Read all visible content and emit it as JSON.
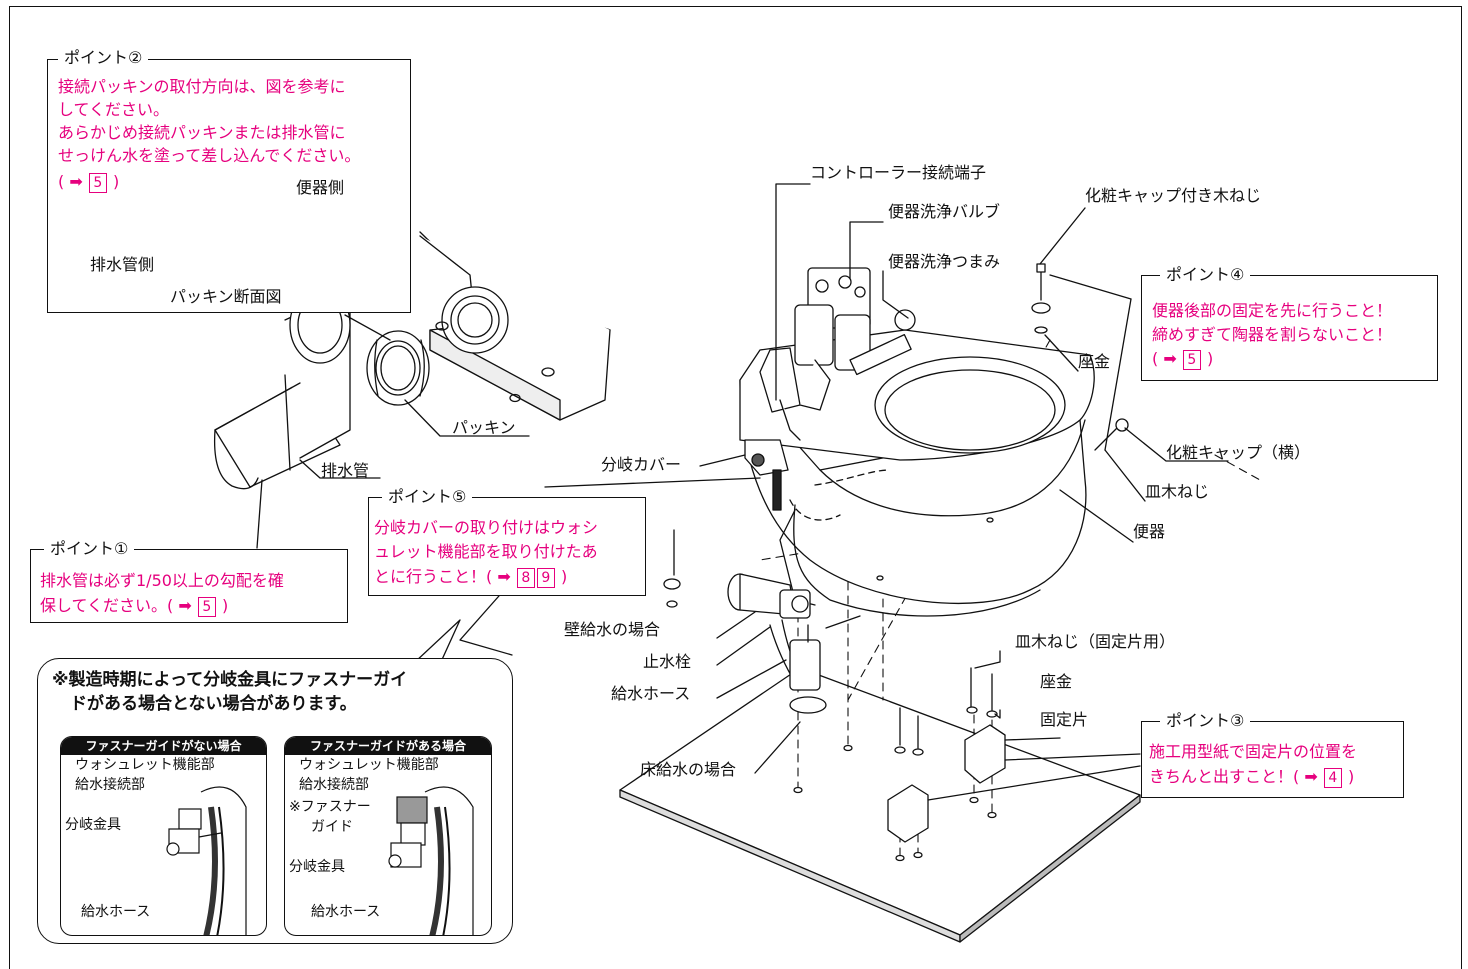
{
  "labels": {
    "controller_terminal": "コントローラー接続端子",
    "flush_valve": "便器洗浄バルブ",
    "flush_knob": "便器洗浄つまみ",
    "screw_with_cap": "化粧キャップ付き木ねじ",
    "washer": "座金",
    "packing": "パッキン",
    "drain_pipe": "排水管",
    "branch_cover": "分岐カバー",
    "cosmetic_cap_side": "化粧キャップ（横）",
    "countersunk_screw": "皿木ねじ",
    "toilet_bowl": "便器",
    "wall_supply": "壁給水の場合",
    "stop_valve": "止水栓",
    "supply_hose": "給水ホース",
    "floor_supply": "床給水の場合",
    "countersunk_screw_fixing": "皿木ねじ（固定片用）",
    "washer2": "座金",
    "fixing_piece": "固定片"
  },
  "points": {
    "p2": {
      "title": "ポイント②",
      "lines": [
        "接続パッキンの取付方向は、図を参考に",
        "してください。",
        "あらかじめ接続パッキンまたは排水管に",
        "せっけん水を塗って差し込んでください。"
      ],
      "ref_prefix": "(",
      "ref_arrow": "➡",
      "ref_num": "5",
      "ref_suffix": ")",
      "toilet_side": "便器側",
      "drain_side": "排水管側",
      "section_caption": "パッキン断面図"
    },
    "p4": {
      "title": "ポイント④",
      "lines": [
        "便器後部の固定を先に行うこと！",
        "締めすぎて陶器を割らないこと！"
      ],
      "ref_prefix": "(",
      "ref_arrow": "➡",
      "ref_num": "5",
      "ref_suffix": ")"
    },
    "p5": {
      "title": "ポイント⑤",
      "lines": [
        "分岐カバーの取り付けはウォシ",
        "ュレット機能部を取り付けたあ",
        "とに行うこと！("
      ],
      "ref_arrow": "➡",
      "ref_num1": "8",
      "ref_num2": "9",
      "ref_suffix": ")"
    },
    "p1": {
      "title": "ポイント①",
      "lines": [
        "排水管は必ず1/50以上の勾配を確",
        "保してください。("
      ],
      "ref_arrow": "➡",
      "ref_num": "5",
      "ref_suffix": ")"
    },
    "p3": {
      "title": "ポイント③",
      "lines": [
        "施工用型紙で固定片の位置を",
        "きちんと出すこと！("
      ],
      "ref_arrow": "➡",
      "ref_num": "4",
      "ref_suffix": ")"
    }
  },
  "note": {
    "line1": "※製造時期によって分岐金具にファスナーガイ",
    "line2": "ドがある場合とない場合があります。",
    "panel_left": {
      "header": "ファスナーガイドがない場合",
      "washlet_part": "ウォシュレット機能部",
      "supply_joint": "給水接続部",
      "branch_fitting": "分岐金具",
      "supply_hose": "給水ホース"
    },
    "panel_right": {
      "header": "ファスナーガイドがある場合",
      "washlet_part": "ウォシュレット機能部",
      "supply_joint": "給水接続部",
      "fastener_guide_1": "※ファスナー",
      "fastener_guide_2": "ガイド",
      "branch_fitting": "分岐金具",
      "supply_hose": "給水ホース"
    }
  },
  "colors": {
    "accent": "#e6007e",
    "line": "#111111",
    "shade": "#d9d9d9"
  }
}
